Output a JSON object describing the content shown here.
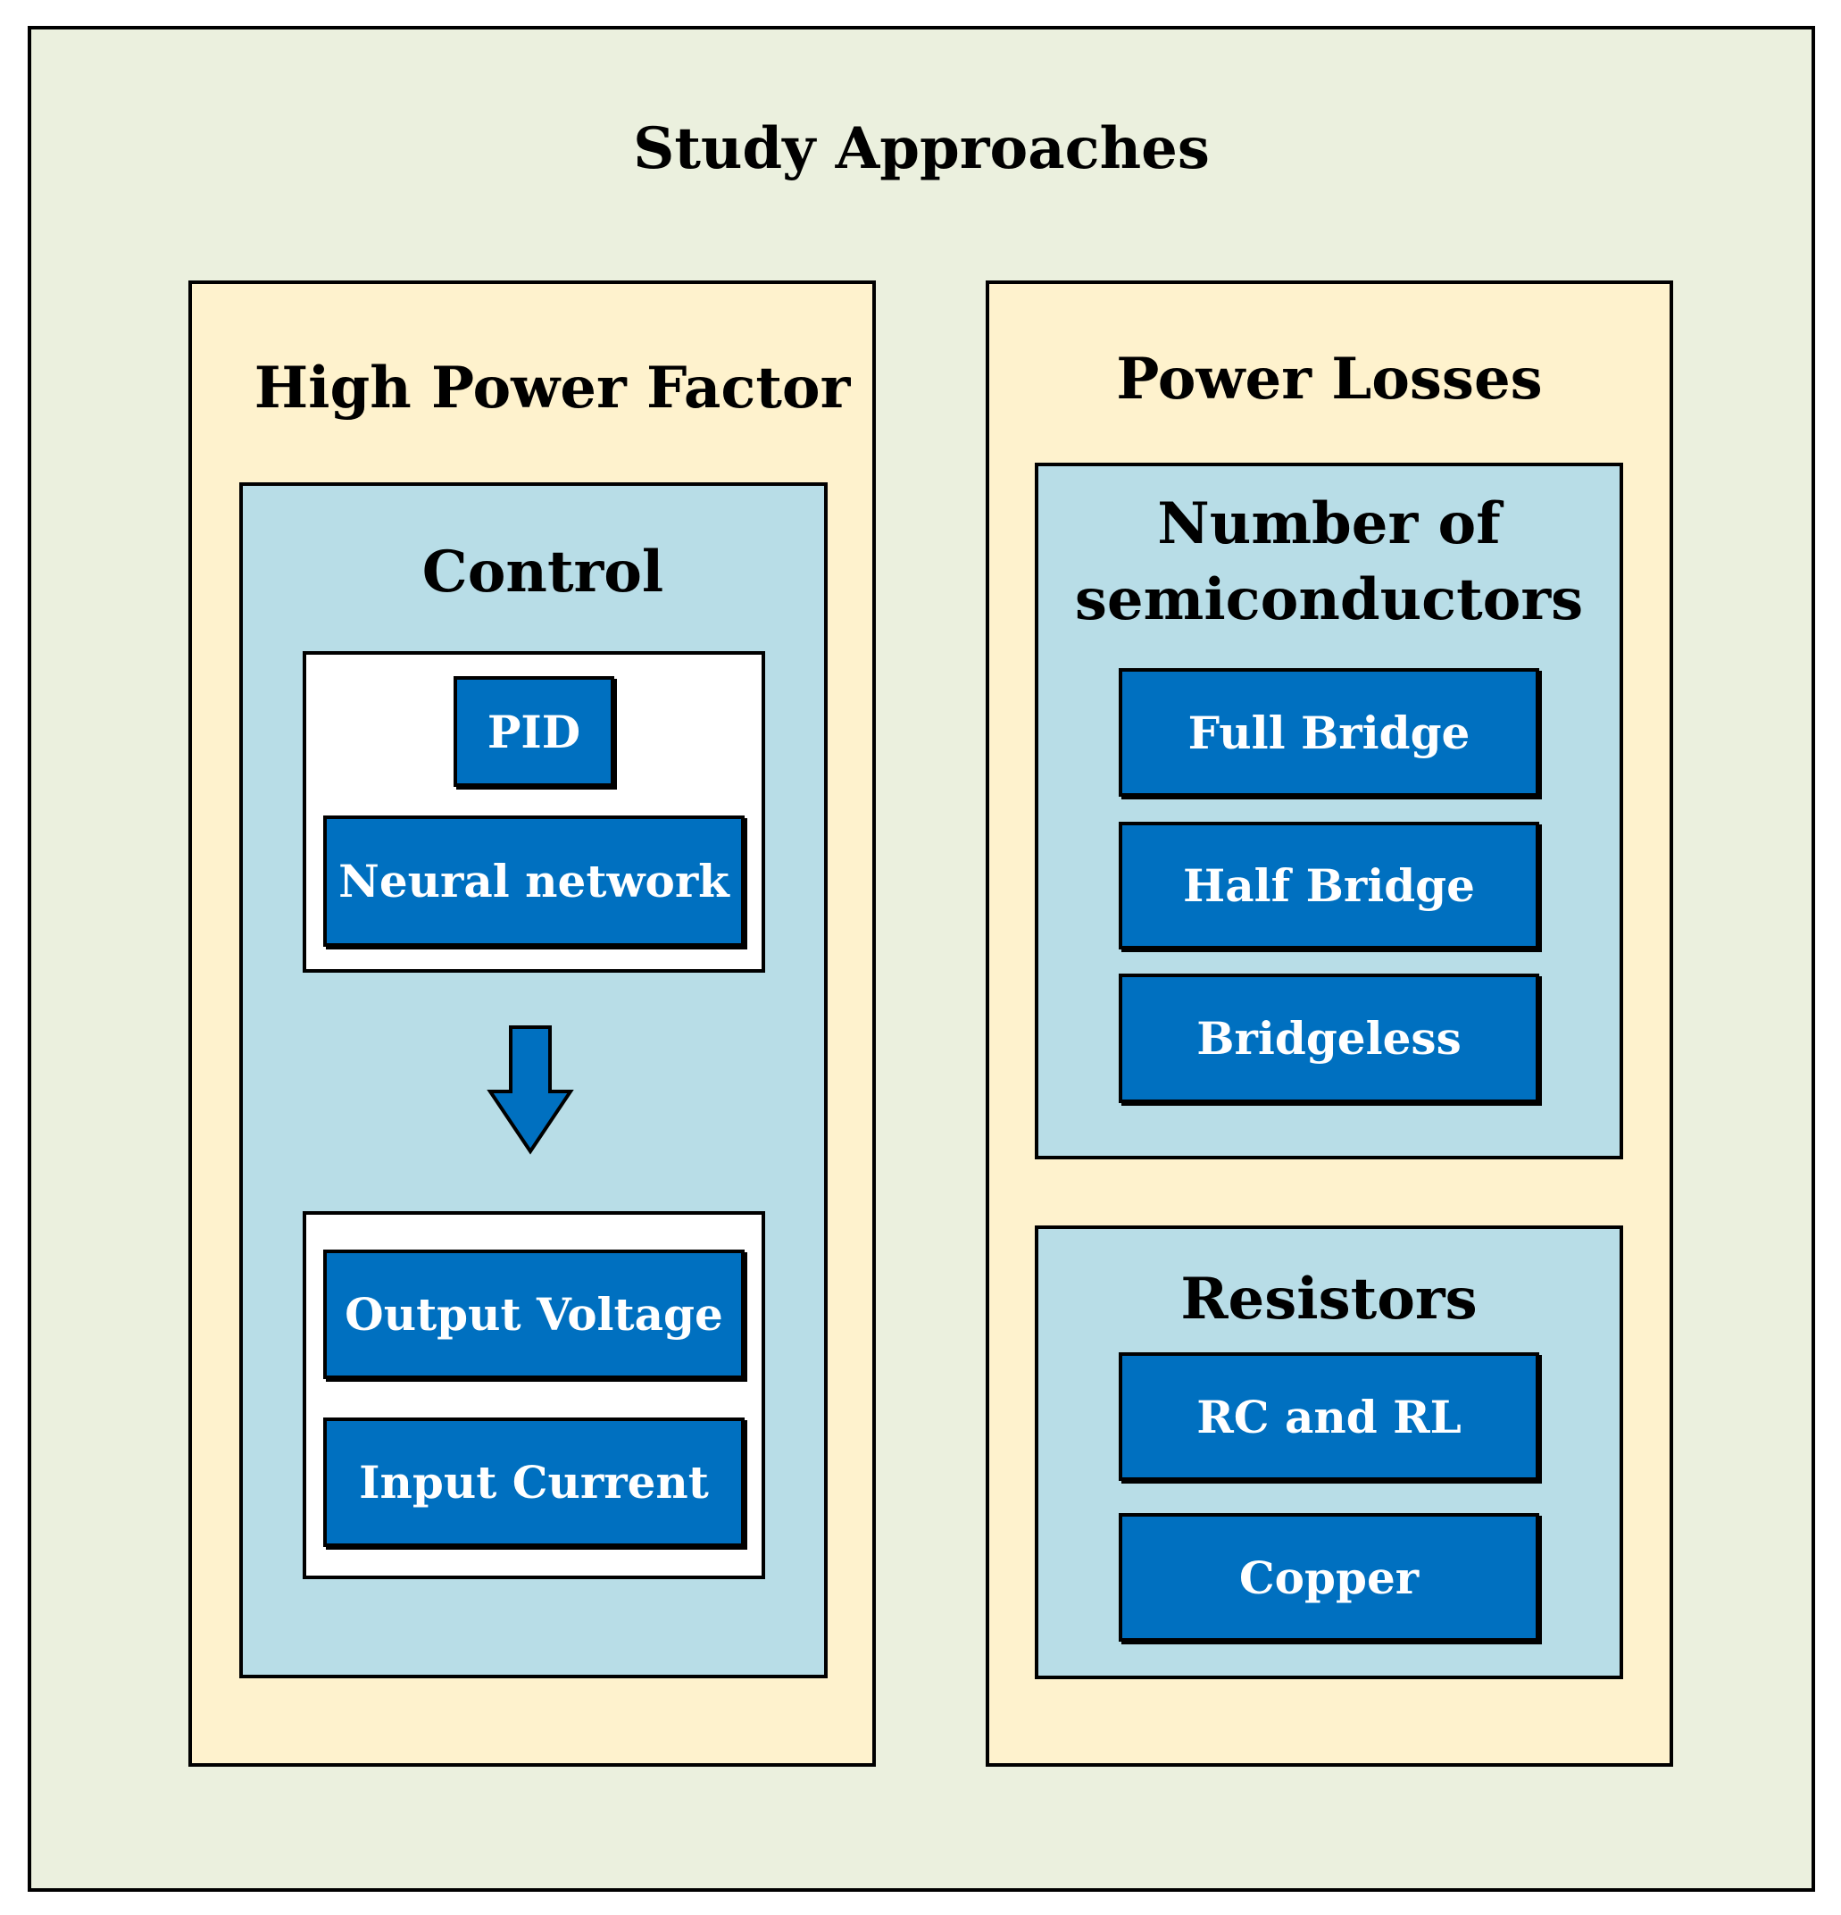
{
  "title": "Study Approaches",
  "left": {
    "title": "High Power Factor",
    "control": {
      "title": "Control",
      "methods": [
        "PID",
        "Neural network"
      ],
      "outputs": [
        "Output Voltage",
        "Input Current"
      ]
    }
  },
  "right": {
    "title": "Power Losses",
    "semiconductors": {
      "title_line1": "Number of",
      "title_line2": "semiconductors",
      "items": [
        "Full Bridge",
        "Half Bridge",
        "Bridgeless"
      ]
    },
    "resistors": {
      "title": "Resistors",
      "items": [
        "RC and RL",
        "Copper"
      ]
    }
  },
  "colors": {
    "outer_bg": "#EBF0DE",
    "panel_bg": "#FEF2CD",
    "inner_panel_bg": "#B8DDE7",
    "box_fill": "#0070C0",
    "arrow_fill": "#0070C0"
  }
}
